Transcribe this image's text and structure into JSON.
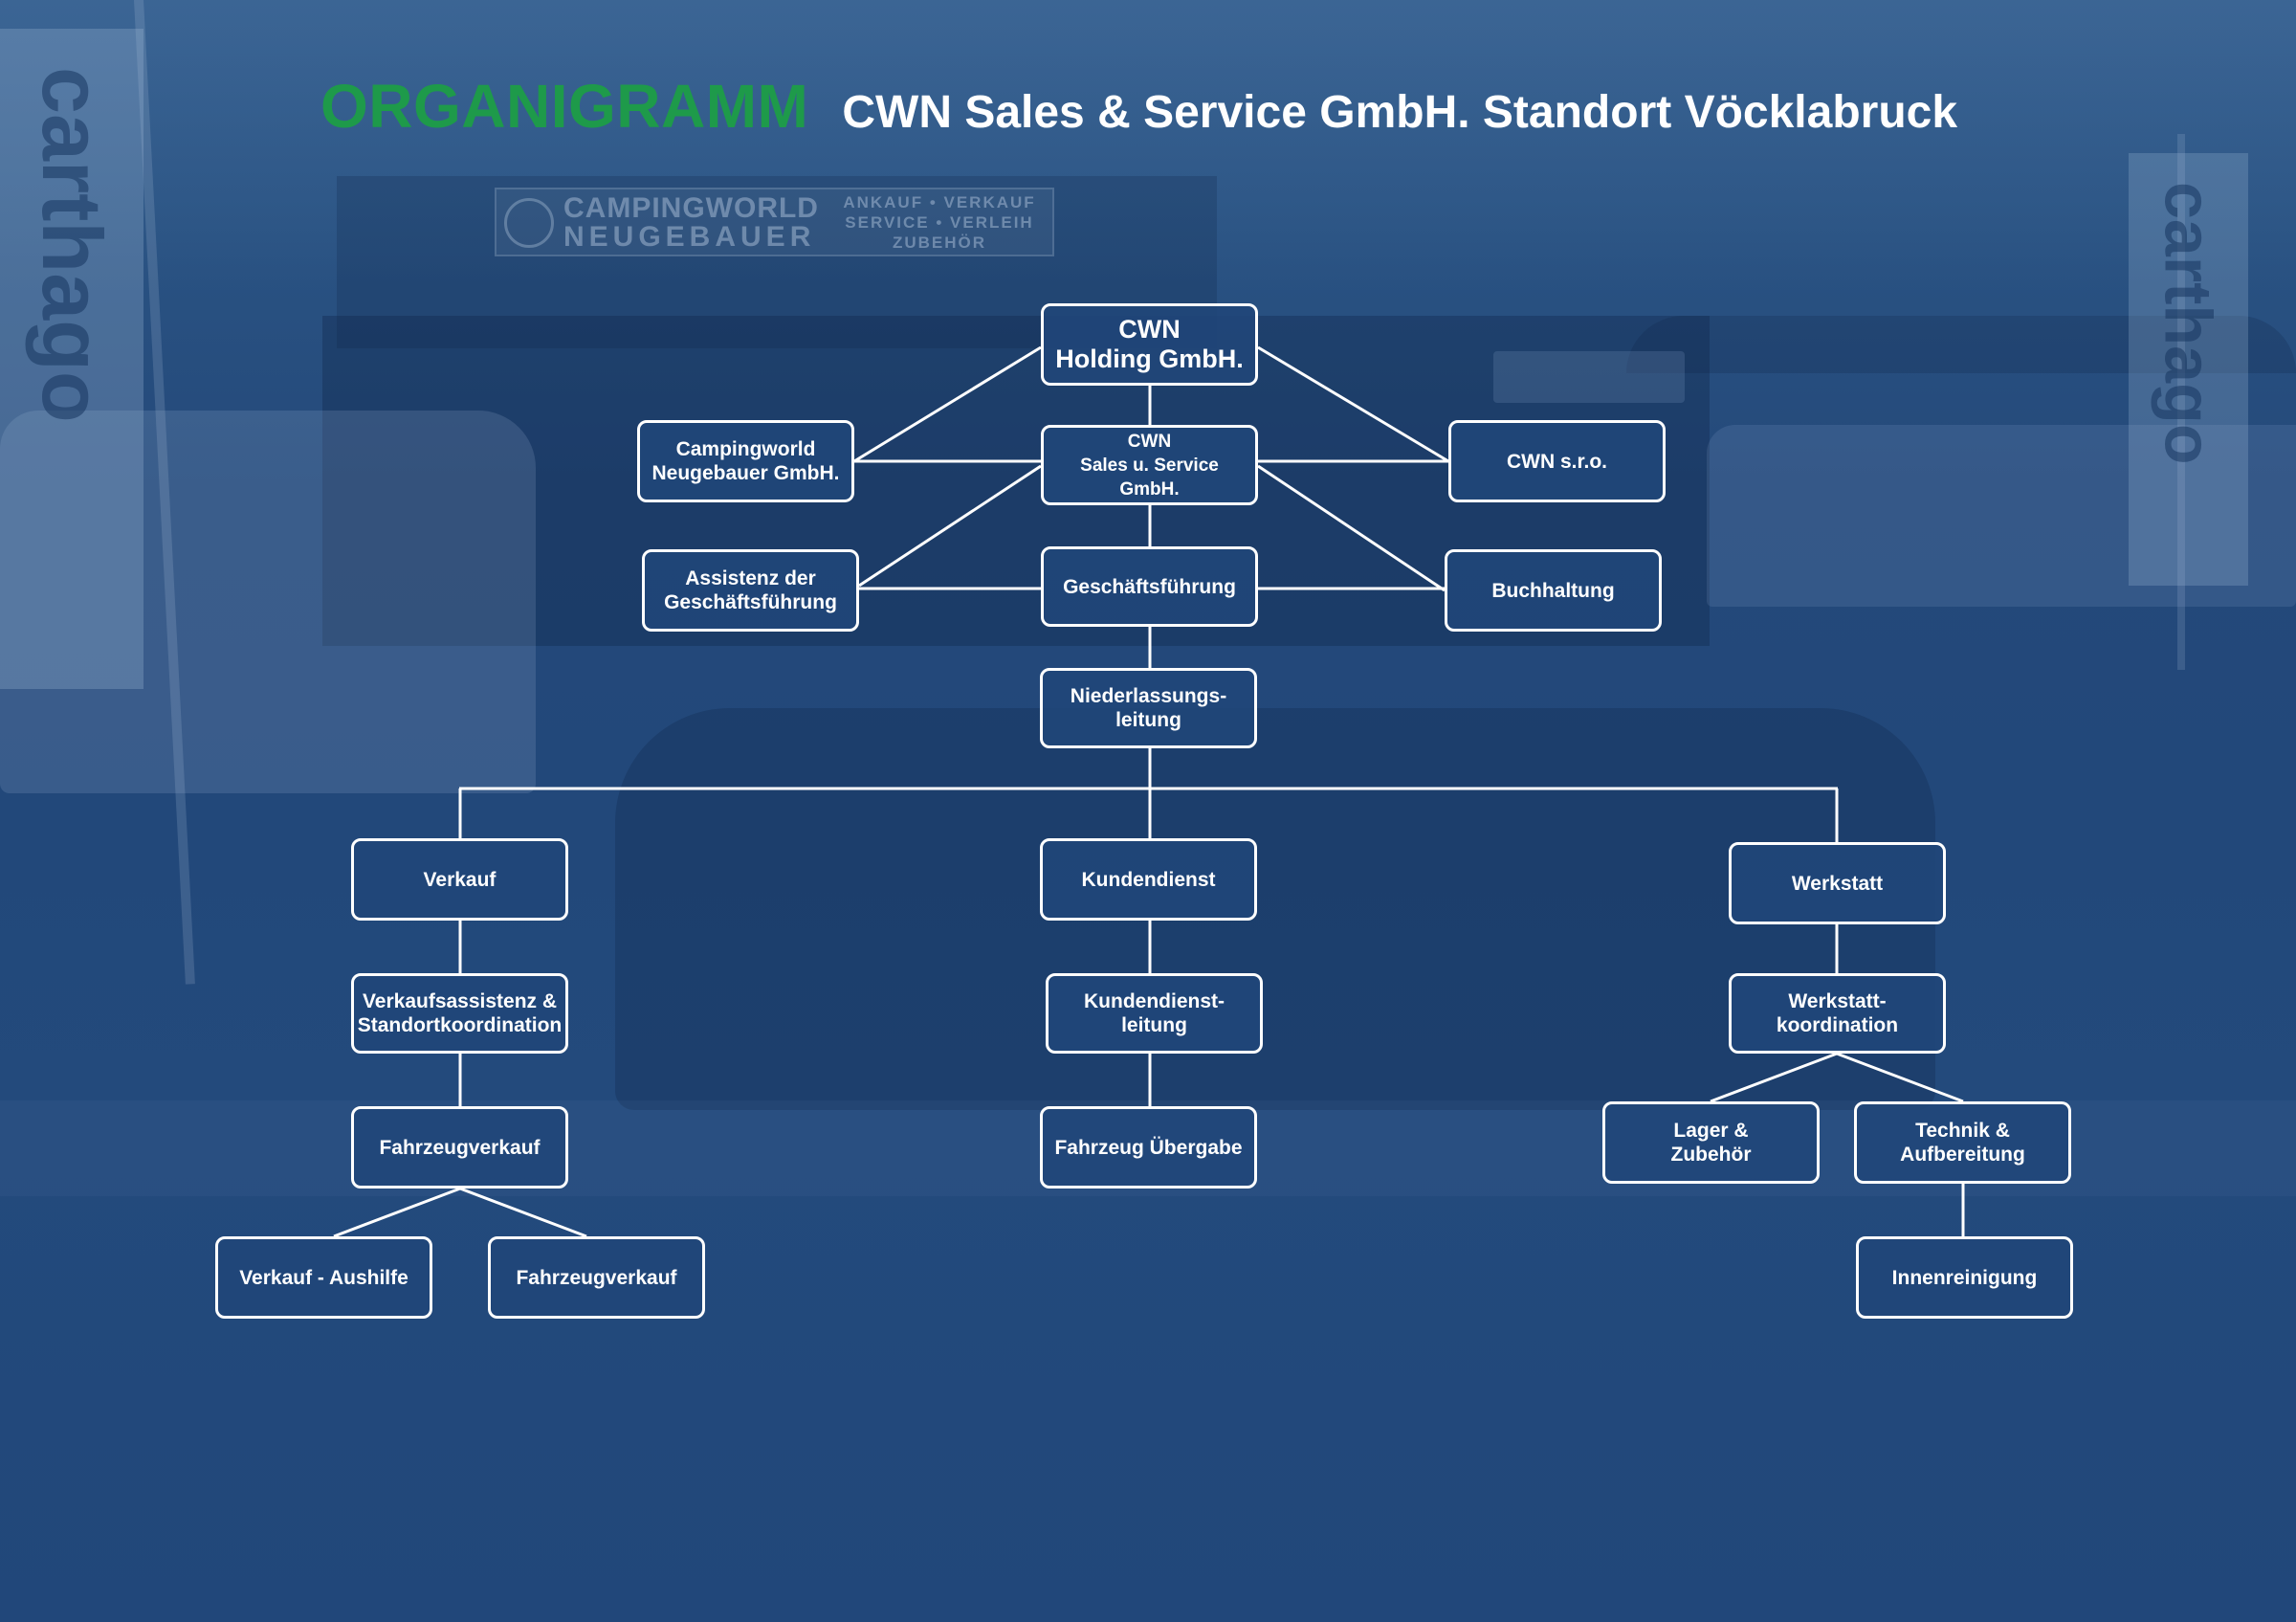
{
  "header": {
    "title": "ORGANIGRAMM",
    "subtitle": "CWN Sales & Service GmbH. Standort Vöcklabruck"
  },
  "colors": {
    "title_green": "#1e9a4a",
    "background_blue": "#22497b",
    "box_border": "#ffffff",
    "box_text": "#ffffff",
    "connector": "#ffffff"
  },
  "background_photo": {
    "sign": {
      "name_line_1": "CAMPINGWORLD",
      "name_line_2": "NEUGEBAUER",
      "services": [
        "ANKAUF • VERKAUF",
        "SERVICE • VERLEIH",
        "ZUBEHÖR"
      ]
    },
    "flag_logo": "carthago"
  },
  "org": {
    "holding": [
      "CWN",
      "Holding GmbH."
    ],
    "campingworld": [
      "Campingworld",
      "Neugebauer GmbH."
    ],
    "sales_service": [
      "CWN",
      "Sales u. Service",
      "GmbH."
    ],
    "cwn_sro": [
      "CWN s.r.o."
    ],
    "assistenz_gf": [
      "Assistenz der",
      "Geschäftsführung"
    ],
    "geschaeftsfuehrung": [
      "Geschäftsführung"
    ],
    "buchhaltung": [
      "Buchhaltung"
    ],
    "niederlassungsleitung": [
      "Niederlassungs-",
      "leitung"
    ],
    "verkauf": [
      "Verkauf"
    ],
    "kundendienst": [
      "Kundendienst"
    ],
    "werkstatt": [
      "Werkstatt"
    ],
    "verkaufsassistenz": [
      "Verkaufsassistenz &",
      "Standortkoordination"
    ],
    "kundendienstleitung": [
      "Kundendienst-",
      "leitung"
    ],
    "werkstattkoordination": [
      "Werkstatt-",
      "koordination"
    ],
    "fahrzeugverkauf": [
      "Fahrzeugverkauf"
    ],
    "fahrzeug_uebergabe": [
      "Fahrzeug Übergabe"
    ],
    "lager_zubehoer": [
      "Lager &",
      "Zubehör"
    ],
    "technik_aufbereitung": [
      "Technik &",
      "Aufbereitung"
    ],
    "verkauf_aushilfe": [
      "Verkauf - Aushilfe"
    ],
    "fahrzeugverkauf_2": [
      "Fahrzeugverkauf"
    ],
    "innenreinigung": [
      "Innenreinigung"
    ]
  }
}
